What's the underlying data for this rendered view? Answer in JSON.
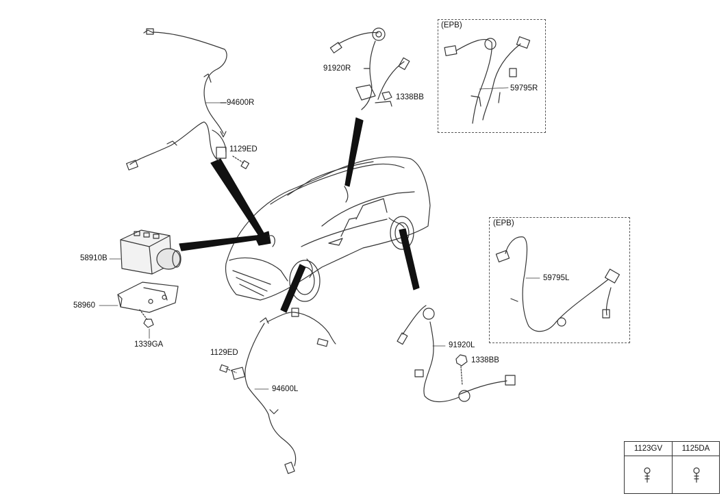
{
  "labels": {
    "p94600R": "94600R",
    "p1129ED_top": "1129ED",
    "p91920R": "91920R",
    "p1338BB_top": "1338BB",
    "p59795R": "59795R",
    "p58910B": "58910B",
    "p58960": "58960",
    "p1339GA": "1339GA",
    "p1129ED_bottom": "1129ED",
    "p94600L": "94600L",
    "p91920L": "91920L",
    "p1338BB_bottom": "1338BB",
    "p59795L": "59795L"
  },
  "epb": {
    "top_title": "(EPB)",
    "bottom_title": "(EPB)"
  },
  "table": {
    "col1": "1123GV",
    "col2": "1125DA"
  }
}
